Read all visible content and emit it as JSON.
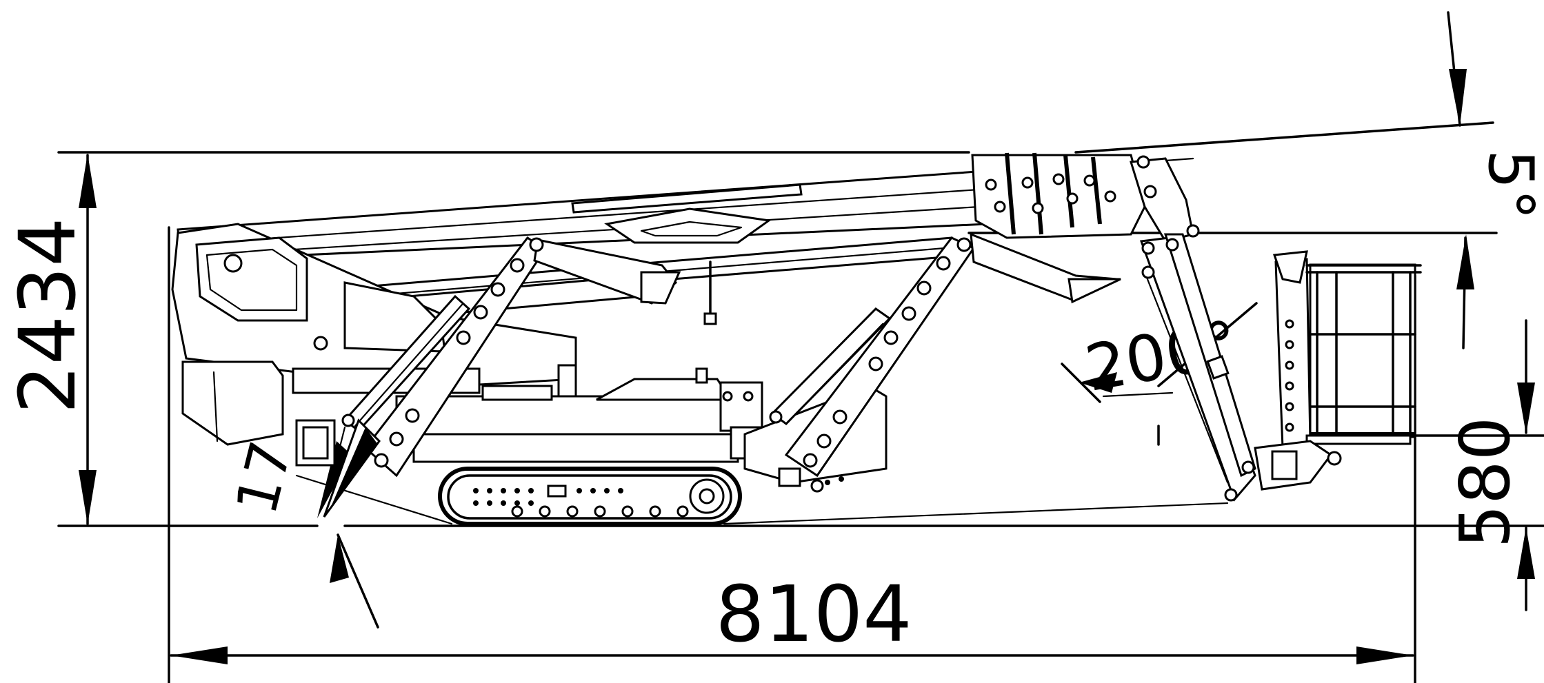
{
  "dimensions": {
    "height": "2434",
    "length": "8104",
    "min_height": "580"
  },
  "angles": {
    "slope": "5°",
    "jib_rotation": "200°",
    "ground_angle": "17"
  },
  "colors": {
    "line": "#000000",
    "background": "#ffffff"
  }
}
